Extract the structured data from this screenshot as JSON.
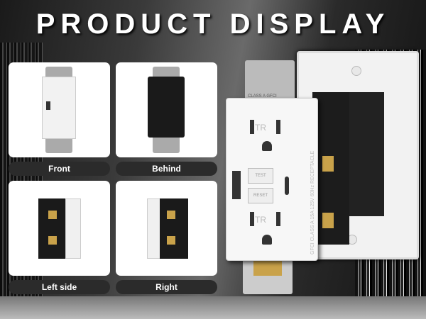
{
  "title": "PRODUCT DISPLAY",
  "views": [
    {
      "label": "Front"
    },
    {
      "label": "Behind"
    },
    {
      "label": "Left side"
    },
    {
      "label": "Right"
    }
  ],
  "product_text": {
    "tr": "TR",
    "test": "TEST",
    "reset": "RESET",
    "strap": "CLASS A GFCI",
    "side": "GFCI CLASS A 15A 125V 60Hz RECEPTACLE"
  },
  "colors": {
    "receptacle": "#f7f7f7",
    "housing": "#1c1c1c",
    "terminal": "#c9a24a"
  }
}
